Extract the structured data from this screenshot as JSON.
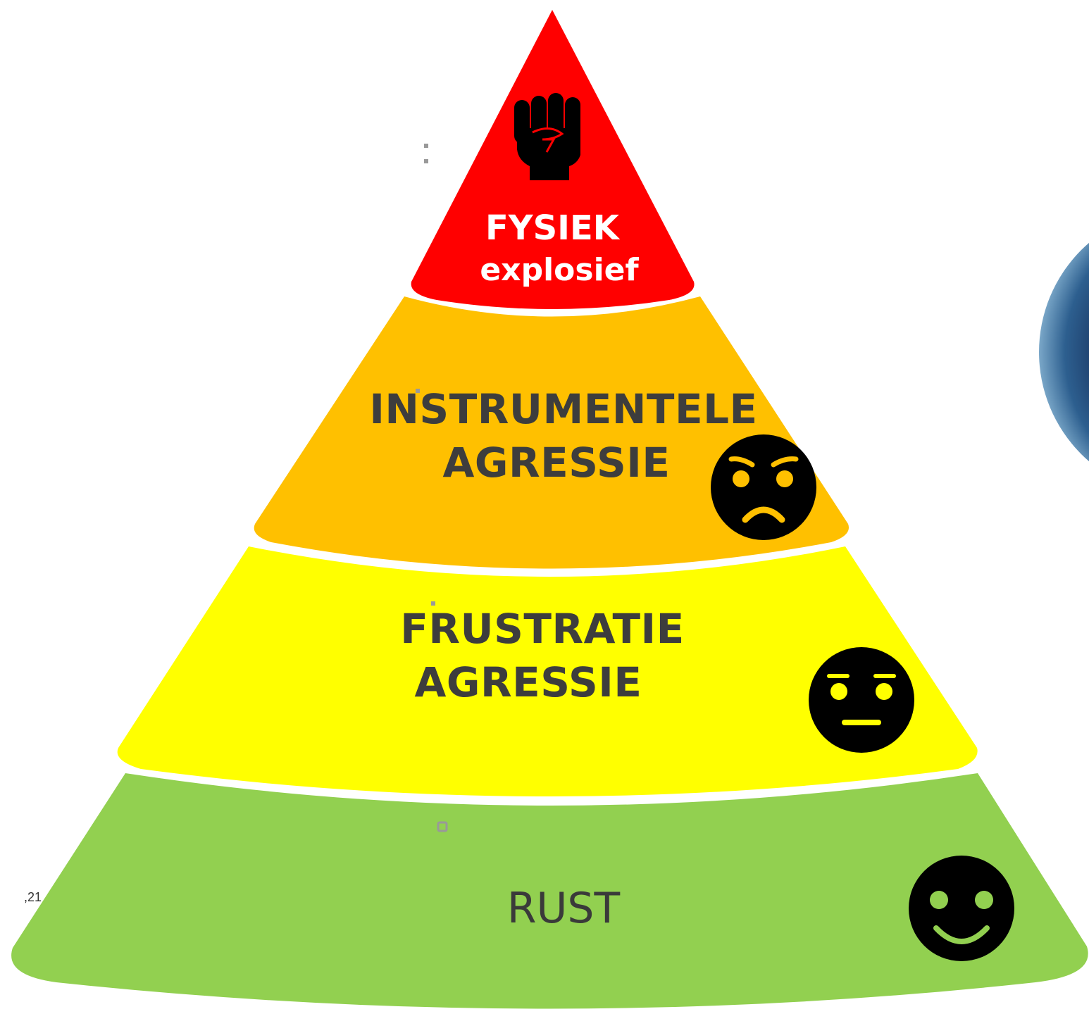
{
  "layers": [
    {
      "id": "top",
      "line1": "FYSIEK",
      "line2": "explosief",
      "color": "#ff0000",
      "icon": "fist-icon"
    },
    {
      "id": "instrumental",
      "line1": "INSTRUMENTELE",
      "line2": "AGRESSIE",
      "color": "#ffc000",
      "icon": "angry-face-icon"
    },
    {
      "id": "frustration",
      "line1": "FRUSTRATIE",
      "line2": "AGRESSIE",
      "color": "#ffff00",
      "icon": "neutral-face-icon"
    },
    {
      "id": "rest",
      "line1": "RUST",
      "color": "#92d050",
      "icon": "smiley-face-icon"
    }
  ],
  "stray_text": ",21"
}
